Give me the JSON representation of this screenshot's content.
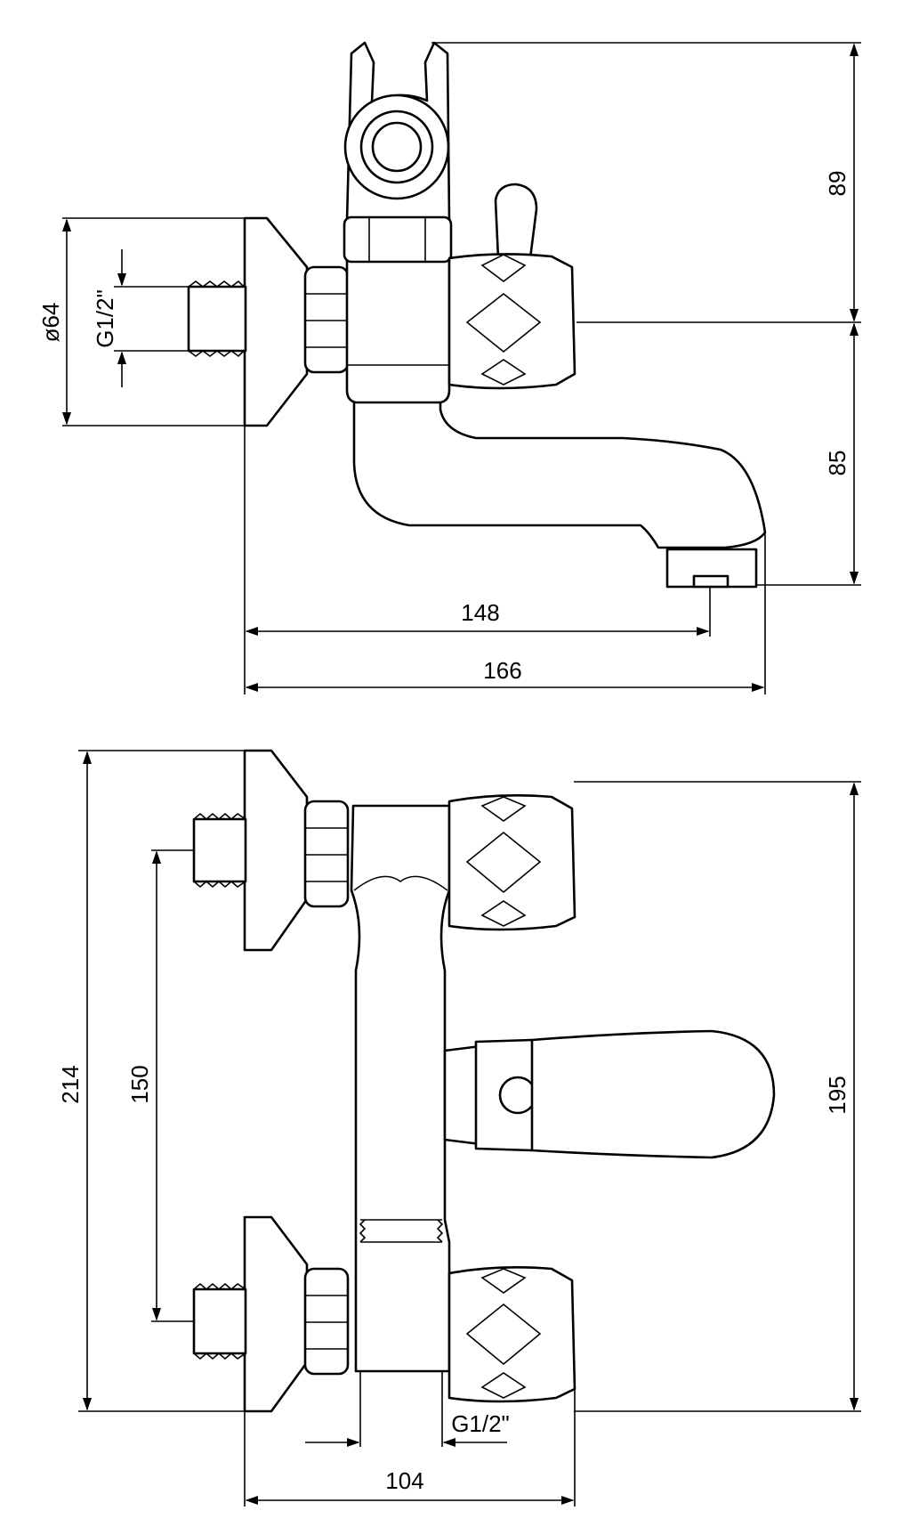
{
  "top_view": {
    "dims": {
      "flange_diameter": "ø64",
      "thread": "G1/2\"",
      "height_upper": "89",
      "height_lower": "85",
      "spout_reach": "148",
      "overall_depth": "166"
    }
  },
  "front_view": {
    "dims": {
      "overall_height": "214",
      "connection_spacing": "150",
      "handle_span": "195",
      "thread": "G1/2\"",
      "depth": "104"
    }
  },
  "colors": {
    "line": "#000000",
    "background": "#ffffff"
  }
}
